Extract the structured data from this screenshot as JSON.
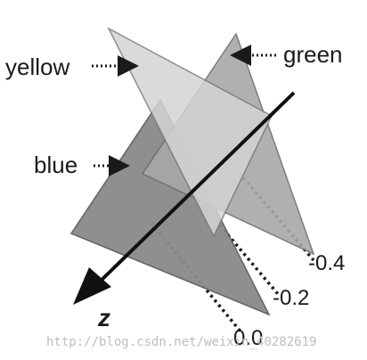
{
  "labels": {
    "yellow": "yellow",
    "green": "green",
    "blue": "blue"
  },
  "axis": {
    "name": "z",
    "ticks": [
      "-0.4",
      "-0.2",
      "0.0"
    ]
  },
  "triangles": [
    {
      "name": "blue",
      "z": "0.0",
      "fill": "#8a8a8a"
    },
    {
      "name": "green",
      "z": "-0.2",
      "fill": "#a8a8a8"
    },
    {
      "name": "yellow",
      "z": "-0.4",
      "fill": "#d4d4d4"
    }
  ],
  "watermark": "http://blog.csdn.net/weixin_40282619"
}
